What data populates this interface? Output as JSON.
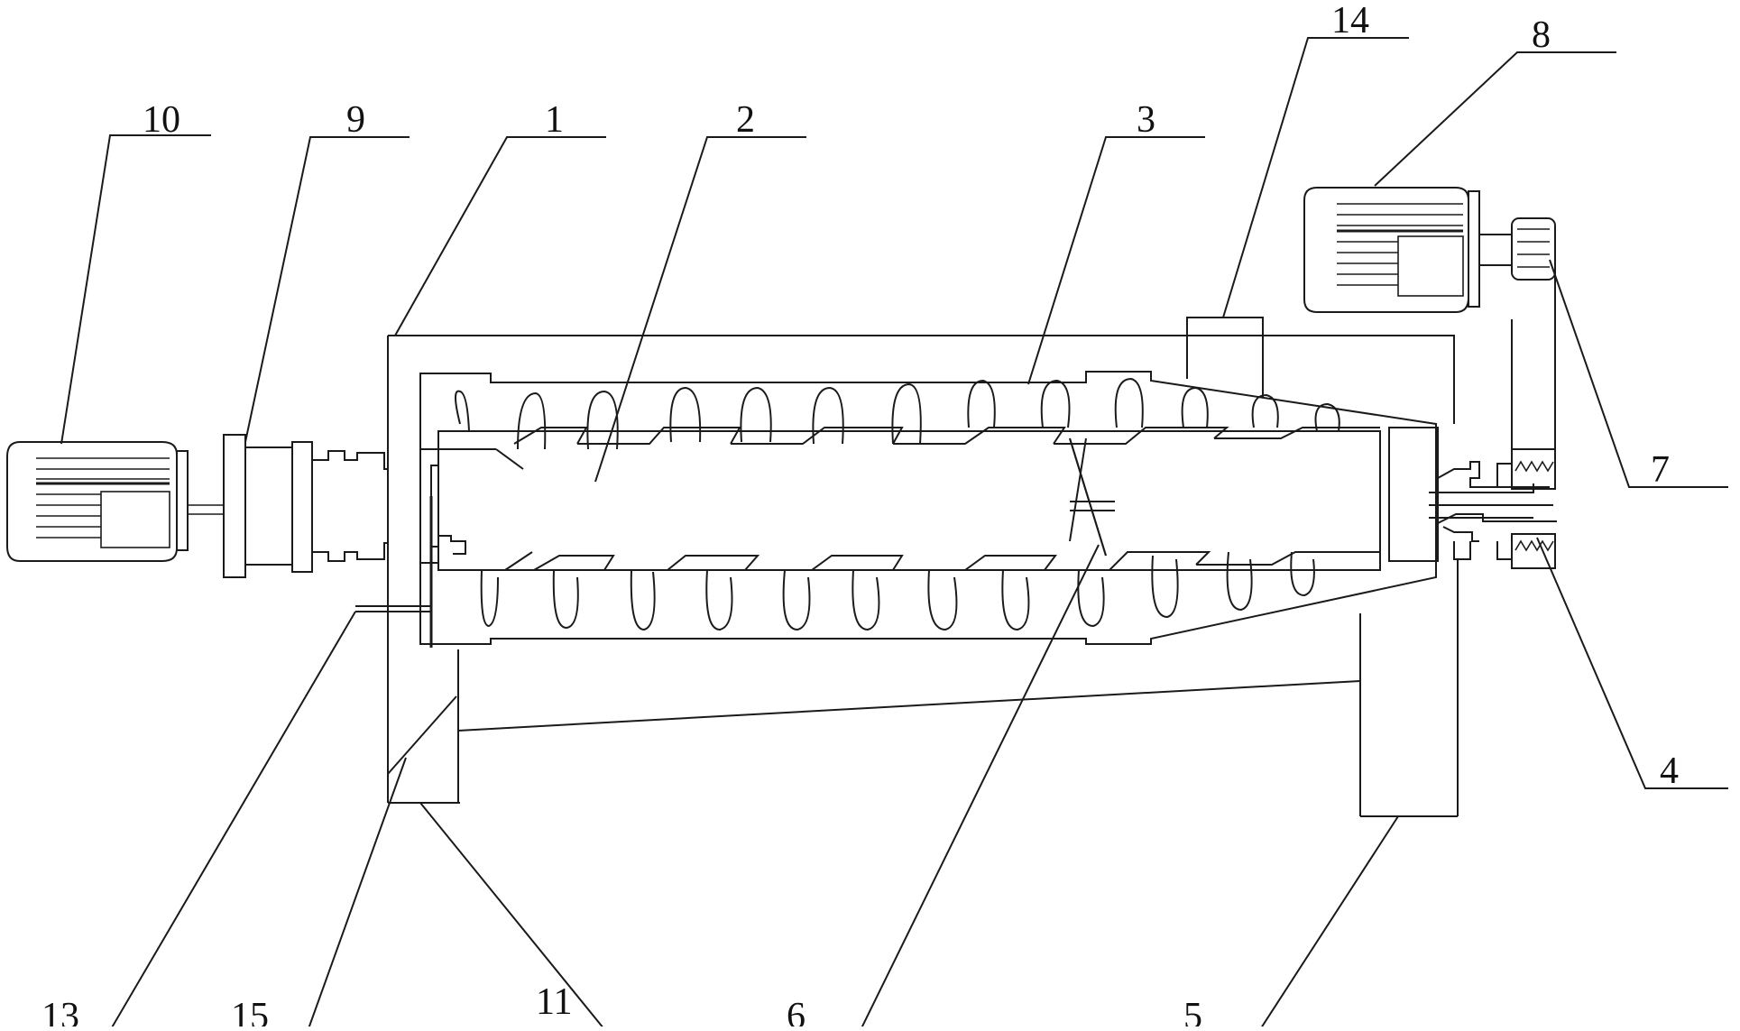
{
  "labels": {
    "l1": "1",
    "l2": "2",
    "l3": "3",
    "l4": "4",
    "l5": "5",
    "l6": "6",
    "l7": "7",
    "l8": "8",
    "l9": "9",
    "l10": "10",
    "l11": "11",
    "l13": "13",
    "l14": "14",
    "l15": "15"
  }
}
